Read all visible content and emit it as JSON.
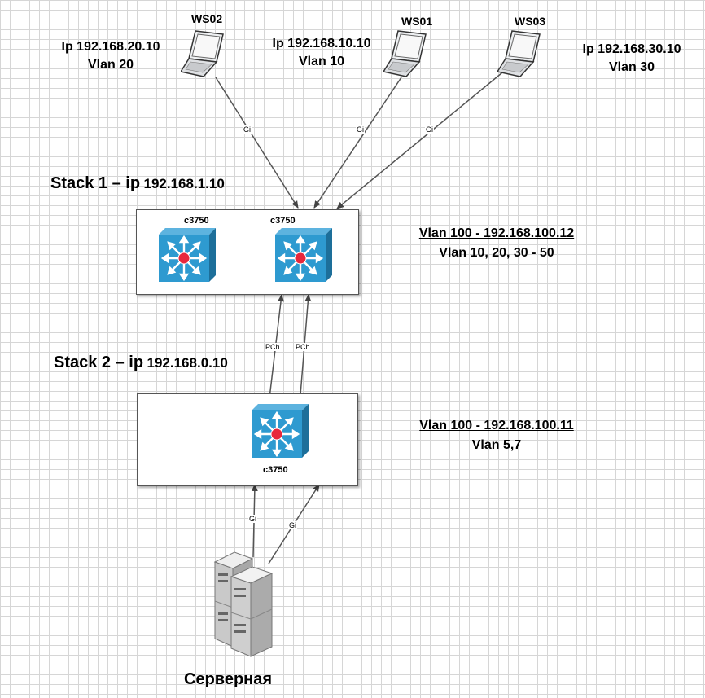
{
  "workstations": [
    {
      "name": "WS02",
      "ip": "Ip 192.168.20.10",
      "vlan": "Vlan 20"
    },
    {
      "name": "WS01",
      "ip": "Ip 192.168.10.10",
      "vlan": "Vlan 10"
    },
    {
      "name": "WS03",
      "ip": "Ip 192.168.30.10",
      "vlan": "Vlan 30"
    }
  ],
  "stack1": {
    "title": "Stack 1 – ip",
    "ip": "192.168.1.10",
    "switch_labels": [
      "c3750",
      "c3750"
    ],
    "vlan_mgmt": "Vlan 100 -  192.168.100.12",
    "vlans": "Vlan 10, 20, 30 - 50"
  },
  "stack2": {
    "title": "Stack 2 – ip",
    "ip": "192.168.0.10",
    "switch_label": "c3750",
    "vlan_mgmt": "Vlan 100 -  192.168.100.11",
    "vlans": "Vlan 5,7"
  },
  "links": {
    "gi": "Gi",
    "pch": "PCh"
  },
  "server": {
    "label": "Серверная"
  },
  "colors": {
    "switch_face": "#2e9ad0",
    "switch_side": "#1d6f9a",
    "switch_hub": "#e8283c",
    "line": "#555555"
  },
  "icons": {
    "workstation": "laptop-icon",
    "switch": "layer3-switch-icon",
    "server": "server-rack-icon"
  }
}
